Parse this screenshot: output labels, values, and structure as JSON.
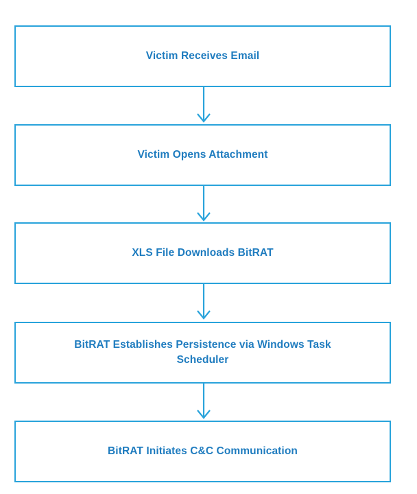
{
  "diagram": {
    "type": "flowchart",
    "orientation": "top-to-bottom",
    "background_color": "#ffffff",
    "node_border_color": "#29a3db",
    "node_fill_color": "#ffffff",
    "node_text_color": "#1f7cbf",
    "connector_color": "#29a3db",
    "nodes": [
      {
        "id": "node-1",
        "label": "Victim Receives Email"
      },
      {
        "id": "node-2",
        "label": "Victim Opens Attachment"
      },
      {
        "id": "node-3",
        "label": "XLS File Downloads BitRAT"
      },
      {
        "id": "node-4",
        "label": "BitRAT Establishes Persistence via Windows Task\nScheduler"
      },
      {
        "id": "node-5",
        "label": "BitRAT Initiates C&C Communication"
      }
    ],
    "connectors": [
      {
        "id": "connector-1",
        "from": "node-1",
        "to": "node-2",
        "icon": "down-arrow-icon"
      },
      {
        "id": "connector-2",
        "from": "node-2",
        "to": "node-3",
        "icon": "down-arrow-icon"
      },
      {
        "id": "connector-3",
        "from": "node-3",
        "to": "node-4",
        "icon": "down-arrow-icon"
      },
      {
        "id": "connector-4",
        "from": "node-4",
        "to": "node-5",
        "icon": "down-arrow-icon"
      }
    ]
  }
}
